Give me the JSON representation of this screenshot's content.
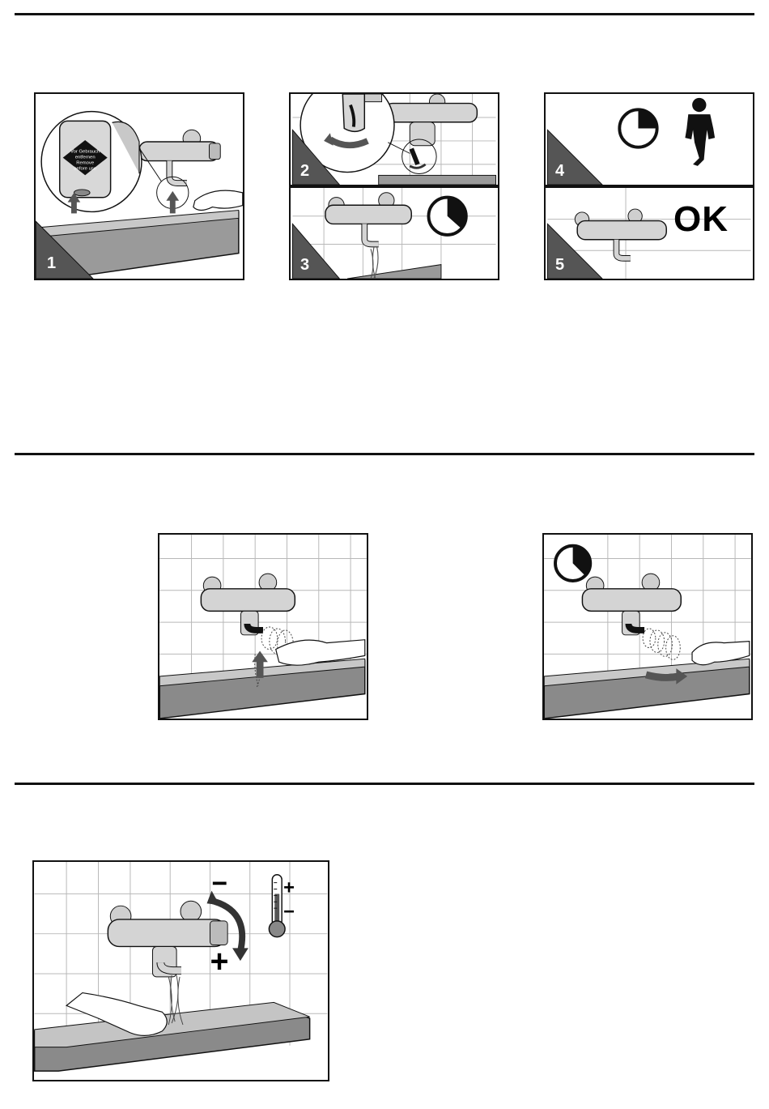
{
  "steps": [
    "1",
    "2",
    "3",
    "4",
    "5"
  ],
  "ok_label": "OK",
  "sticker_text": [
    "Vor Gebrauch",
    "entfernen",
    "Remove",
    "before use"
  ],
  "minus_sign": "−",
  "plus_sign": "+",
  "colors": {
    "line": "#111111",
    "basin": "#8a8a8a",
    "tile": "#b8b8b8",
    "tab": "#555555"
  }
}
